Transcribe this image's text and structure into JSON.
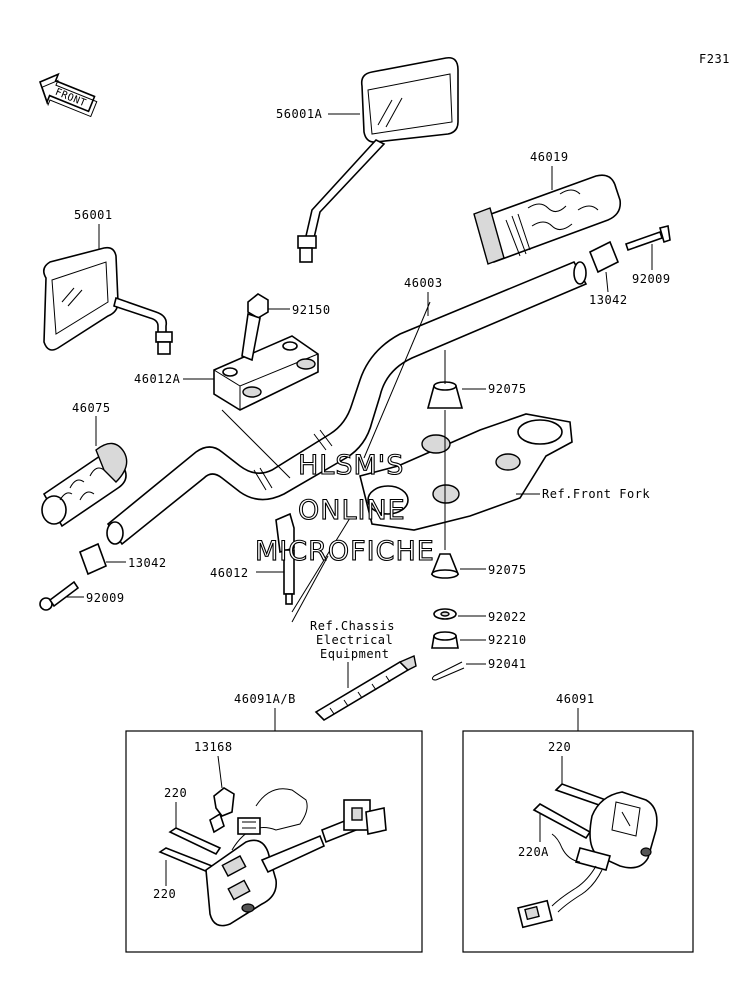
{
  "figure_code": "F231",
  "front_badge": "FRONT",
  "watermark": [
    "HLSM'S",
    "ONLINE",
    "MICROFICHE"
  ],
  "labels": {
    "p56001A": "56001A",
    "p56001": "56001",
    "p46019": "46019",
    "p92009_top": "92009",
    "p13042_top": "13042",
    "p46003": "46003",
    "p92150": "92150",
    "p46012A": "46012A",
    "p92075_top": "92075",
    "p46075": "46075",
    "ref_front_fork": "Ref.Front Fork",
    "p13042_left": "13042",
    "p46012": "46012",
    "p92075_low": "92075",
    "p92009_left": "92009",
    "p92022": "92022",
    "p92210": "92210",
    "p92041": "92041",
    "ref_chassis_1": "Ref.Chassis",
    "ref_chassis_2": "Electrical",
    "ref_chassis_3": "Equipment",
    "p46091AB": "46091A/B",
    "p46091": "46091",
    "p13168": "13168",
    "p220_a": "220",
    "p220_b": "220",
    "p220_right": "220",
    "p220A": "220A"
  }
}
